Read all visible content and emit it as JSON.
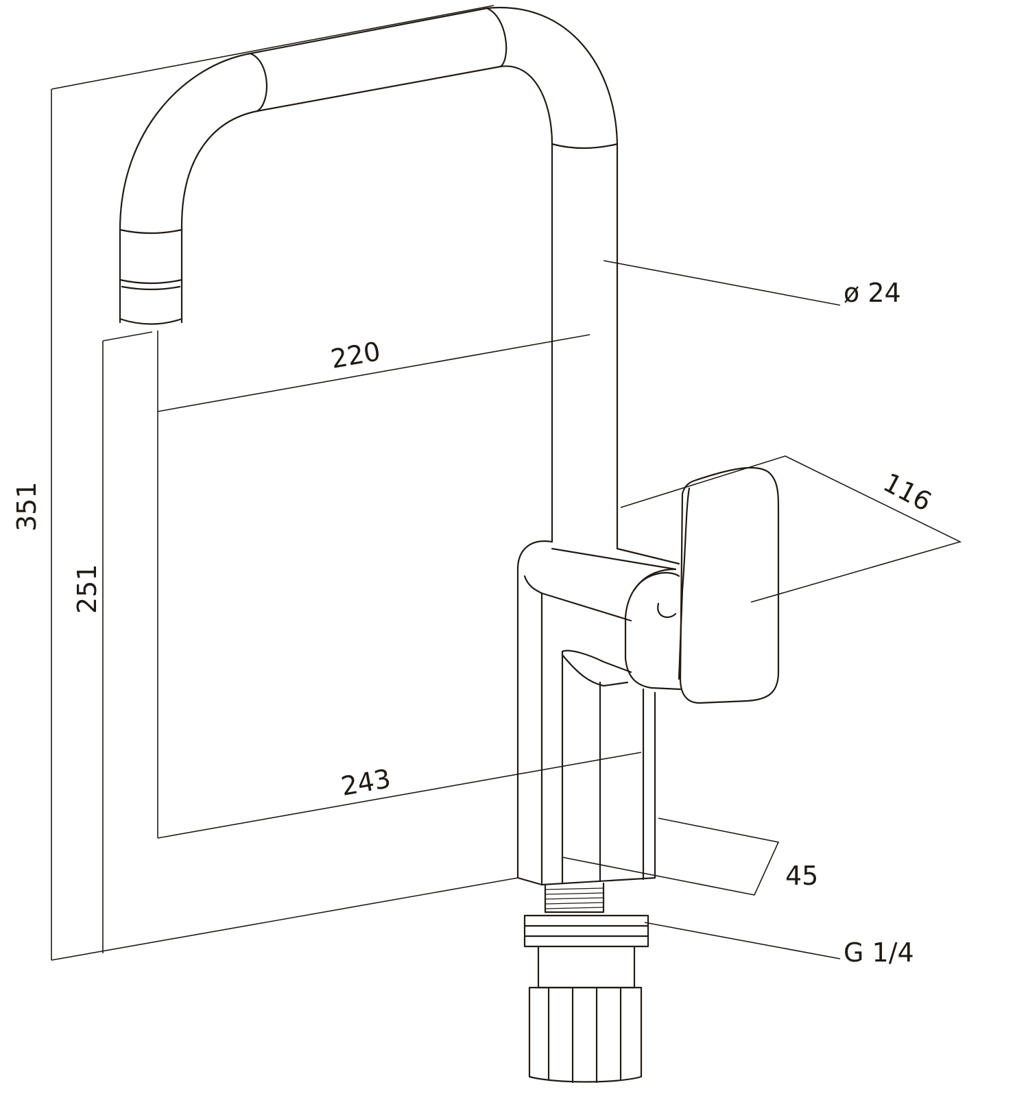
{
  "drawing": {
    "dimensions": {
      "total_height": "351",
      "spout_height": "251",
      "spout_reach": "220",
      "total_reach": "243",
      "pipe_diameter": "ø 24",
      "handle_size": "116",
      "base_diameter": "45",
      "thread": "G 1/4"
    },
    "line_color": "#1f1a14"
  }
}
